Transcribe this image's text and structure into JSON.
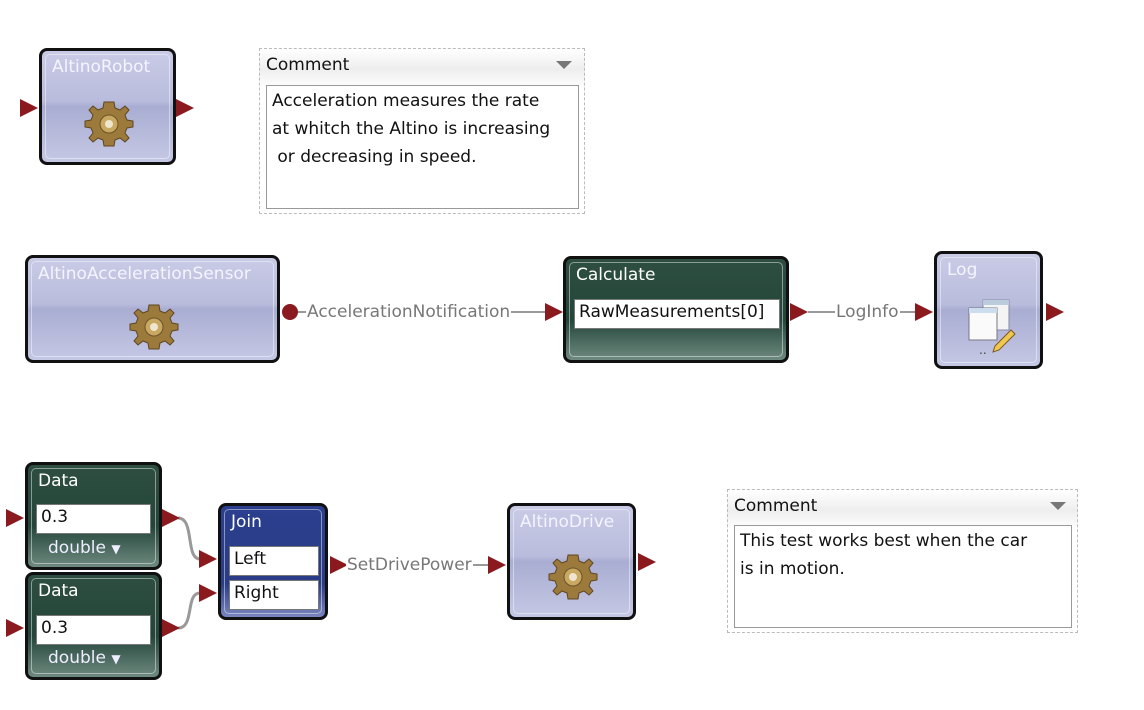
{
  "nodes": {
    "altino_robot": {
      "title": "AltinoRobot"
    },
    "accel_sensor": {
      "title": "AltinoAccelerationSensor"
    },
    "calculate": {
      "title": "Calculate",
      "expression": "RawMeasurements[0]"
    },
    "log": {
      "title": "Log"
    },
    "data1": {
      "title": "Data",
      "value": "0.3",
      "type": "double"
    },
    "data2": {
      "title": "Data",
      "value": "0.3",
      "type": "double"
    },
    "join": {
      "title": "Join",
      "left": "Left",
      "right": "Right"
    },
    "altino_drive": {
      "title": "AltinoDrive"
    }
  },
  "connections": {
    "accel_notification": "AccelerationNotification",
    "log_info": "LogInfo",
    "set_drive_power": "SetDrivePower"
  },
  "comments": [
    {
      "header": "Comment",
      "text": "Acceleration measures the rate\nat whitch the Altino is increasing\n or decreasing in speed."
    },
    {
      "header": "Comment",
      "text": "This test works best when the car\nis in motion."
    }
  ],
  "colors": {
    "pin": "#8b1a1f",
    "wire": "#999999",
    "activity": "#24463a",
    "join": "#2a3c86",
    "service": "#b9bcdc"
  }
}
